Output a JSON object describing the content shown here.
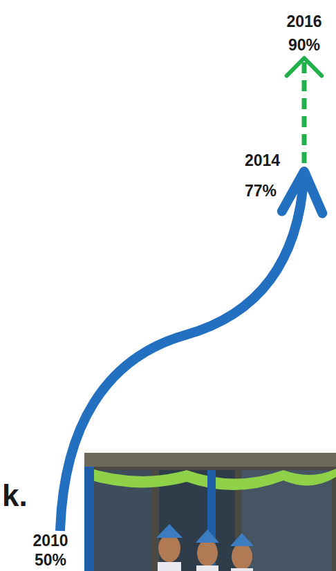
{
  "diagram": {
    "nodes": [
      {
        "text": [
          "2010",
          "50%"
        ]
      },
      {
        "text": [
          "2014",
          "77%"
        ]
      },
      {
        "text": [
          "2016",
          "90%"
        ]
      }
    ],
    "edges": [
      {
        "from": 0,
        "to": 1,
        "arrow": "to"
      },
      {
        "from": 1,
        "to": 2,
        "arrow": "to"
      }
    ],
    "labels": [
      "k."
    ]
  }
}
